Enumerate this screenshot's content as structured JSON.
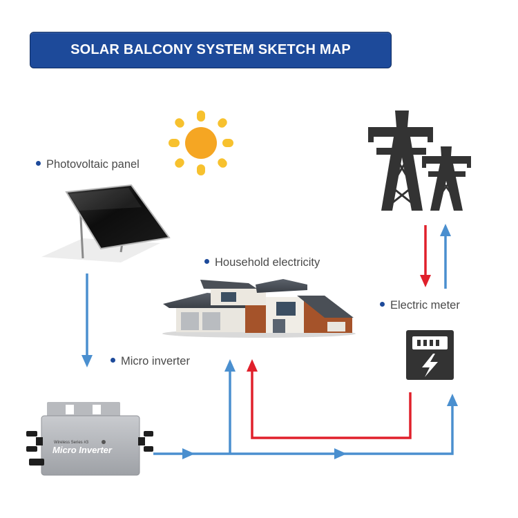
{
  "title": "SOLAR BALCONY SYSTEM SKETCH MAP",
  "labels": {
    "photovoltaic_panel": "Photovoltaic panel",
    "household_electricity": "Household electricity",
    "micro_inverter": "Micro inverter",
    "electric_meter": "Electric meter"
  },
  "device": {
    "brand_line": "Wireless Series #3",
    "name": "Micro Inverter"
  },
  "colors": {
    "title_bg": "#1d4a9a",
    "flow_blue": "#4a8fcf",
    "flow_red": "#e0202b",
    "sun": "#f5a623",
    "icon_dark": "#333333"
  },
  "icons": [
    "sun-icon",
    "solar-panel-icon",
    "house-icon",
    "micro-inverter-icon",
    "electric-meter-icon",
    "power-tower-icon"
  ]
}
